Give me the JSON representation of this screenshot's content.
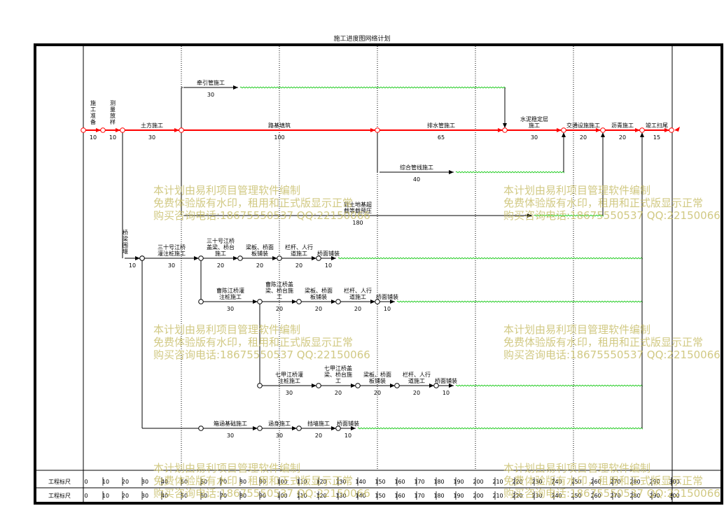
{
  "title": "施工进度图网络计划",
  "scale_label": "工程标尺",
  "scale_ticks": [
    0,
    10,
    20,
    30,
    40,
    50,
    60,
    70,
    80,
    90,
    100,
    110,
    120,
    130,
    140,
    150,
    160,
    170,
    180,
    190,
    200,
    210,
    220,
    230,
    240,
    250,
    260,
    270,
    280,
    290,
    300
  ],
  "colors": {
    "critical": "#ff0000",
    "normal": "#000000",
    "free_float": "#22cc22",
    "watermark": "#c4ba60",
    "grid": "#000000"
  },
  "nodes": [
    {
      "id": 1,
      "day": 0,
      "lane": "main"
    },
    {
      "id": 2,
      "day": 10,
      "lane": "main"
    },
    {
      "id": 3,
      "day": 20,
      "lane": "main"
    },
    {
      "id": 4,
      "day": 50,
      "lane": "main"
    },
    {
      "id": 5,
      "day": 150,
      "lane": "main"
    },
    {
      "id": 6,
      "day": 215,
      "lane": "main"
    },
    {
      "id": 7,
      "day": 245,
      "lane": "main"
    },
    {
      "id": 8,
      "day": 265,
      "lane": "main"
    },
    {
      "id": 9,
      "day": 285,
      "lane": "main"
    },
    {
      "id": 10,
      "day": 300,
      "lane": "main"
    },
    {
      "id": 11,
      "day": 30,
      "lane": "b1"
    },
    {
      "id": 12,
      "day": 60,
      "lane": "b1"
    },
    {
      "id": 13,
      "day": 80,
      "lane": "b1"
    },
    {
      "id": 14,
      "day": 100,
      "lane": "b1"
    },
    {
      "id": 15,
      "day": 120,
      "lane": "b1"
    },
    {
      "id": 16,
      "day": 60,
      "lane": "b2"
    },
    {
      "id": 17,
      "day": 90,
      "lane": "b2"
    },
    {
      "id": 18,
      "day": 110,
      "lane": "b2"
    },
    {
      "id": 19,
      "day": 130,
      "lane": "b2"
    },
    {
      "id": 20,
      "day": 150,
      "lane": "b2"
    },
    {
      "id": 21,
      "day": 90,
      "lane": "b3"
    },
    {
      "id": 22,
      "day": 120,
      "lane": "b3"
    },
    {
      "id": 23,
      "day": 140,
      "lane": "b3"
    },
    {
      "id": 24,
      "day": 160,
      "lane": "b3"
    },
    {
      "id": 25,
      "day": 180,
      "lane": "b3"
    },
    {
      "id": 26,
      "day": 60,
      "lane": "b4"
    },
    {
      "id": 27,
      "day": 90,
      "lane": "b4"
    },
    {
      "id": 28,
      "day": 110,
      "lane": "b4"
    },
    {
      "id": 29,
      "day": 130,
      "lane": "b4"
    }
  ],
  "activities": [
    {
      "name": "施工准备",
      "duration": "10",
      "from": 1,
      "to": 2,
      "critical": true
    },
    {
      "name": "测量放样",
      "duration": "10",
      "from": 2,
      "to": 3,
      "critical": true
    },
    {
      "name": "土方施工",
      "duration": "30",
      "from": 3,
      "to": 4,
      "critical": true
    },
    {
      "name": "路基填筑",
      "duration": "100",
      "from": 4,
      "to": 5,
      "critical": true
    },
    {
      "name": "排水管施工",
      "duration": "65",
      "from": 5,
      "to": 6,
      "critical": true
    },
    {
      "name": "水泥稳定层施工",
      "duration": "30",
      "from": 6,
      "to": 7,
      "critical": true
    },
    {
      "name": "交通设施施工",
      "duration": "20",
      "from": 7,
      "to": 8,
      "critical": true
    },
    {
      "name": "沥青施工",
      "duration": "20",
      "from": 8,
      "to": 9,
      "critical": true
    },
    {
      "name": "竣工扫尾",
      "duration": "15",
      "from": 9,
      "to": 10,
      "critical": true
    },
    {
      "name": "牵引管施工",
      "duration": "30",
      "lane": "top",
      "start": 50,
      "end": 80,
      "float_to": 215
    },
    {
      "name": "综合管线施工",
      "duration": "40",
      "lane": "mid",
      "start": 150,
      "end": 190,
      "float_to": 245
    },
    {
      "name": "软土地基超载等载预压",
      "duration": "180",
      "lane": "soft",
      "start": 50,
      "end": 230,
      "float_to": 265
    },
    {
      "name": "桥梁围堰",
      "duration": "10",
      "lane": "b1",
      "start": 20,
      "end": 30
    },
    {
      "name": "三十号江桥灌注桩施工",
      "duration": "30",
      "from": 11,
      "to": 12
    },
    {
      "name": "三十号江桥盖梁、桥台施工",
      "duration": "20",
      "from": 12,
      "to": 13
    },
    {
      "name": "梁板、桥面板铺装",
      "duration": "20",
      "from": 13,
      "to": 14
    },
    {
      "name": "栏杆、人行道施工",
      "duration": "20",
      "from": 14,
      "to": 15
    },
    {
      "name": "桥面铺装",
      "duration": "10",
      "lane": "b1",
      "start": 120,
      "end": 130
    },
    {
      "name": "曹陈江桥灌注桩施工",
      "duration": "30",
      "from": 16,
      "to": 17
    },
    {
      "name": "曹陈江桥盖梁、桥台施工",
      "duration": "20",
      "from": 17,
      "to": 18
    },
    {
      "name": "梁板、桥面板铺装",
      "duration": "20",
      "from": 18,
      "to": 19
    },
    {
      "name": "栏杆、人行道施工",
      "duration": "20",
      "from": 19,
      "to": 20
    },
    {
      "name": "桥面铺装",
      "duration": "10",
      "lane": "b2",
      "start": 150,
      "end": 160
    },
    {
      "name": "七甲江桥灌注桩施工",
      "duration": "30",
      "from": 21,
      "to": 22
    },
    {
      "name": "七甲江桥盖梁、桥台施工",
      "duration": "20",
      "from": 22,
      "to": 23
    },
    {
      "name": "梁板、桥面板铺装",
      "duration": "20",
      "from": 23,
      "to": 24
    },
    {
      "name": "栏杆、人行道施工",
      "duration": "20",
      "from": 24,
      "to": 25
    },
    {
      "name": "桥面铺装",
      "duration": "10",
      "lane": "b3",
      "start": 180,
      "end": 190
    },
    {
      "name": "箱涵基础施工",
      "duration": "30",
      "from": 26,
      "to": 27
    },
    {
      "name": "涵身施工",
      "duration": "30",
      "from": 27,
      "to": 28
    },
    {
      "name": "挡墙施工",
      "duration": "20",
      "from": 28,
      "to": 29
    },
    {
      "name": "桥面铺装",
      "duration": "10",
      "lane": "b4",
      "start": 130,
      "end": 140
    }
  ],
  "watermark_lines": [
    "本计划由易利项目管理软件编制",
    "免费体验版有水印，租用和正式版显示正常",
    "购买咨询电话:18675550537 QQ:22150066"
  ]
}
